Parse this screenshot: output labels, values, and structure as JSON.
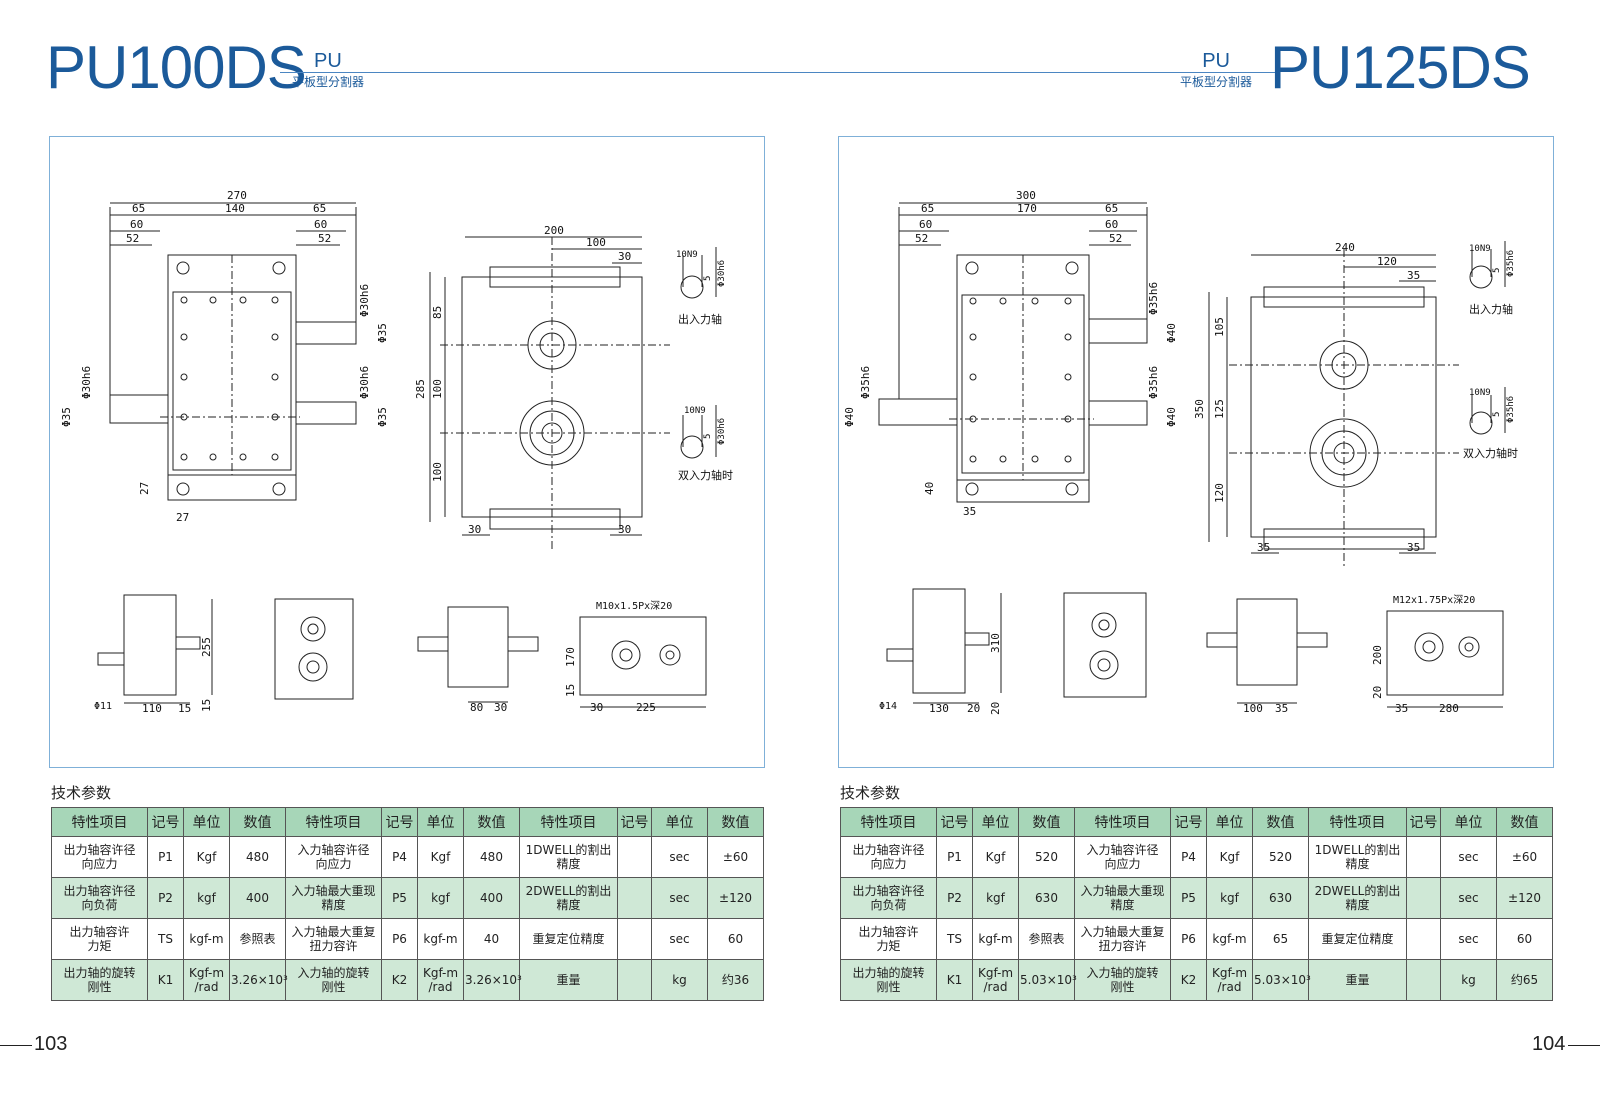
{
  "left": {
    "model": "PU100DS",
    "series_code": "PU",
    "series_cn": "平板型分割器",
    "section_title": "技术参数",
    "page_number": "103",
    "drawing": {
      "d_top_total": "270",
      "d_top_left": "65",
      "d_top_mid": "140",
      "d_top_right": "65",
      "d_60a": "60",
      "d_52a": "52",
      "d_60b": "60",
      "d_52b": "52",
      "d_phi30h6_a": "Φ30h6",
      "d_phi35_a": "Φ35",
      "d_phi30h6_b": "Φ30h6",
      "d_phi35_b": "Φ35",
      "d_left_phi35": "Φ35",
      "d_left_phi30h6": "Φ30h6",
      "d_27a": "27",
      "d_27b": "27",
      "d_side_200": "200",
      "d_side_100": "100",
      "d_side_30a": "30",
      "d_side_285": "285",
      "d_side_85": "85",
      "d_side_100b": "100",
      "d_side_100c": "100",
      "d_side_30b": "30",
      "d_side_30c": "30",
      "key_a": "10N9",
      "key_a5": "5",
      "key_a_phi": "Φ30h6",
      "key_a_label": "出入力轴",
      "key_b": "10N9",
      "key_b5": "5",
      "key_b_phi": "Φ30h6",
      "key_b_label": "双入力轴时",
      "b_255": "255",
      "b_phi11": "Φ11",
      "b_110": "110",
      "b_15a": "15",
      "b_15b": "15",
      "b_80": "80",
      "b_30": "30",
      "b_m": "M10x1.5Px深20",
      "b_170": "170",
      "b_15c": "15",
      "b_30b": "30",
      "b_225": "225"
    },
    "table": {
      "headers": [
        "特性项目",
        "记号",
        "单位",
        "数值",
        "特性项目",
        "记号",
        "单位",
        "数值",
        "特性项目",
        "记号",
        "单位",
        "数值"
      ],
      "rows": [
        [
          "出力轴容许径\n向应力",
          "P1",
          "Kgf",
          "480",
          "入力轴容许径\n向应力",
          "P4",
          "Kgf",
          "480",
          "1DWELL的割出\n精度",
          "",
          "sec",
          "±60"
        ],
        [
          "出力轴容许径\n向负荷",
          "P2",
          "kgf",
          "400",
          "入力轴最大重现\n精度",
          "P5",
          "kgf",
          "400",
          "2DWELL的割出\n精度",
          "",
          "sec",
          "±120"
        ],
        [
          "出力轴容许\n力矩",
          "TS",
          "kgf-m",
          "参照表",
          "入力轴最大重复\n扭力容许",
          "P6",
          "kgf-m",
          "40",
          "重复定位精度",
          "",
          "sec",
          "60"
        ],
        [
          "出力轴的旋转\n刚性",
          "K1",
          "Kgf-m\n/rad",
          "3.26×10³",
          "入力轴的旋转\n刚性",
          "K2",
          "Kgf-m\n/rad",
          "3.26×10³",
          "重量",
          "",
          "kg",
          "约36"
        ]
      ]
    }
  },
  "right": {
    "model": "PU125DS",
    "series_code": "PU",
    "series_cn": "平板型分割器",
    "section_title": "技术参数",
    "page_number": "104",
    "drawing": {
      "d_top_total": "300",
      "d_top_left": "65",
      "d_top_mid": "170",
      "d_top_right": "65",
      "d_60a": "60",
      "d_52a": "52",
      "d_60b": "60",
      "d_52b": "52",
      "d_phi30h6_a": "Φ35h6",
      "d_phi35_a": "Φ40",
      "d_phi30h6_b": "Φ35h6",
      "d_phi35_b": "Φ40",
      "d_left_phi35": "Φ40",
      "d_left_phi30h6": "Φ35h6",
      "d_27a": "40",
      "d_27b": "35",
      "d_side_200": "240",
      "d_side_100": "120",
      "d_side_30a": "35",
      "d_side_285": "350",
      "d_side_85": "105",
      "d_side_100b": "125",
      "d_side_100c": "120",
      "d_side_30b": "35",
      "d_side_30c": "35",
      "key_a": "10N9",
      "key_a5": "5",
      "key_a_phi": "Φ35h6",
      "key_a_label": "出入力轴",
      "key_b": "10N9",
      "key_b5": "5",
      "key_b_phi": "Φ35h6",
      "key_b_label": "双入力轴时",
      "b_255": "310",
      "b_phi11": "Φ14",
      "b_110": "130",
      "b_15a": "20",
      "b_15b": "20",
      "b_80": "100",
      "b_30": "35",
      "b_m": "M12x1.75Px深20",
      "b_170": "200",
      "b_15c": "20",
      "b_30b": "35",
      "b_225": "280"
    },
    "table": {
      "headers": [
        "特性项目",
        "记号",
        "单位",
        "数值",
        "特性项目",
        "记号",
        "单位",
        "数值",
        "特性项目",
        "记号",
        "单位",
        "数值"
      ],
      "rows": [
        [
          "出力轴容许径\n向应力",
          "P1",
          "Kgf",
          "520",
          "入力轴容许径\n向应力",
          "P4",
          "Kgf",
          "520",
          "1DWELL的割出\n精度",
          "",
          "sec",
          "±60"
        ],
        [
          "出力轴容许径\n向负荷",
          "P2",
          "kgf",
          "630",
          "入力轴最大重现\n精度",
          "P5",
          "kgf",
          "630",
          "2DWELL的割出\n精度",
          "",
          "sec",
          "±120"
        ],
        [
          "出力轴容许\n力矩",
          "TS",
          "kgf-m",
          "参照表",
          "入力轴最大重复\n扭力容许",
          "P6",
          "kgf-m",
          "65",
          "重复定位精度",
          "",
          "sec",
          "60"
        ],
        [
          "出力轴的旋转\n刚性",
          "K1",
          "Kgf-m\n/rad",
          "5.03×10³",
          "入力轴的旋转\n刚性",
          "K2",
          "Kgf-m\n/rad",
          "5.03×10³",
          "重量",
          "",
          "kg",
          "约65"
        ]
      ]
    }
  }
}
